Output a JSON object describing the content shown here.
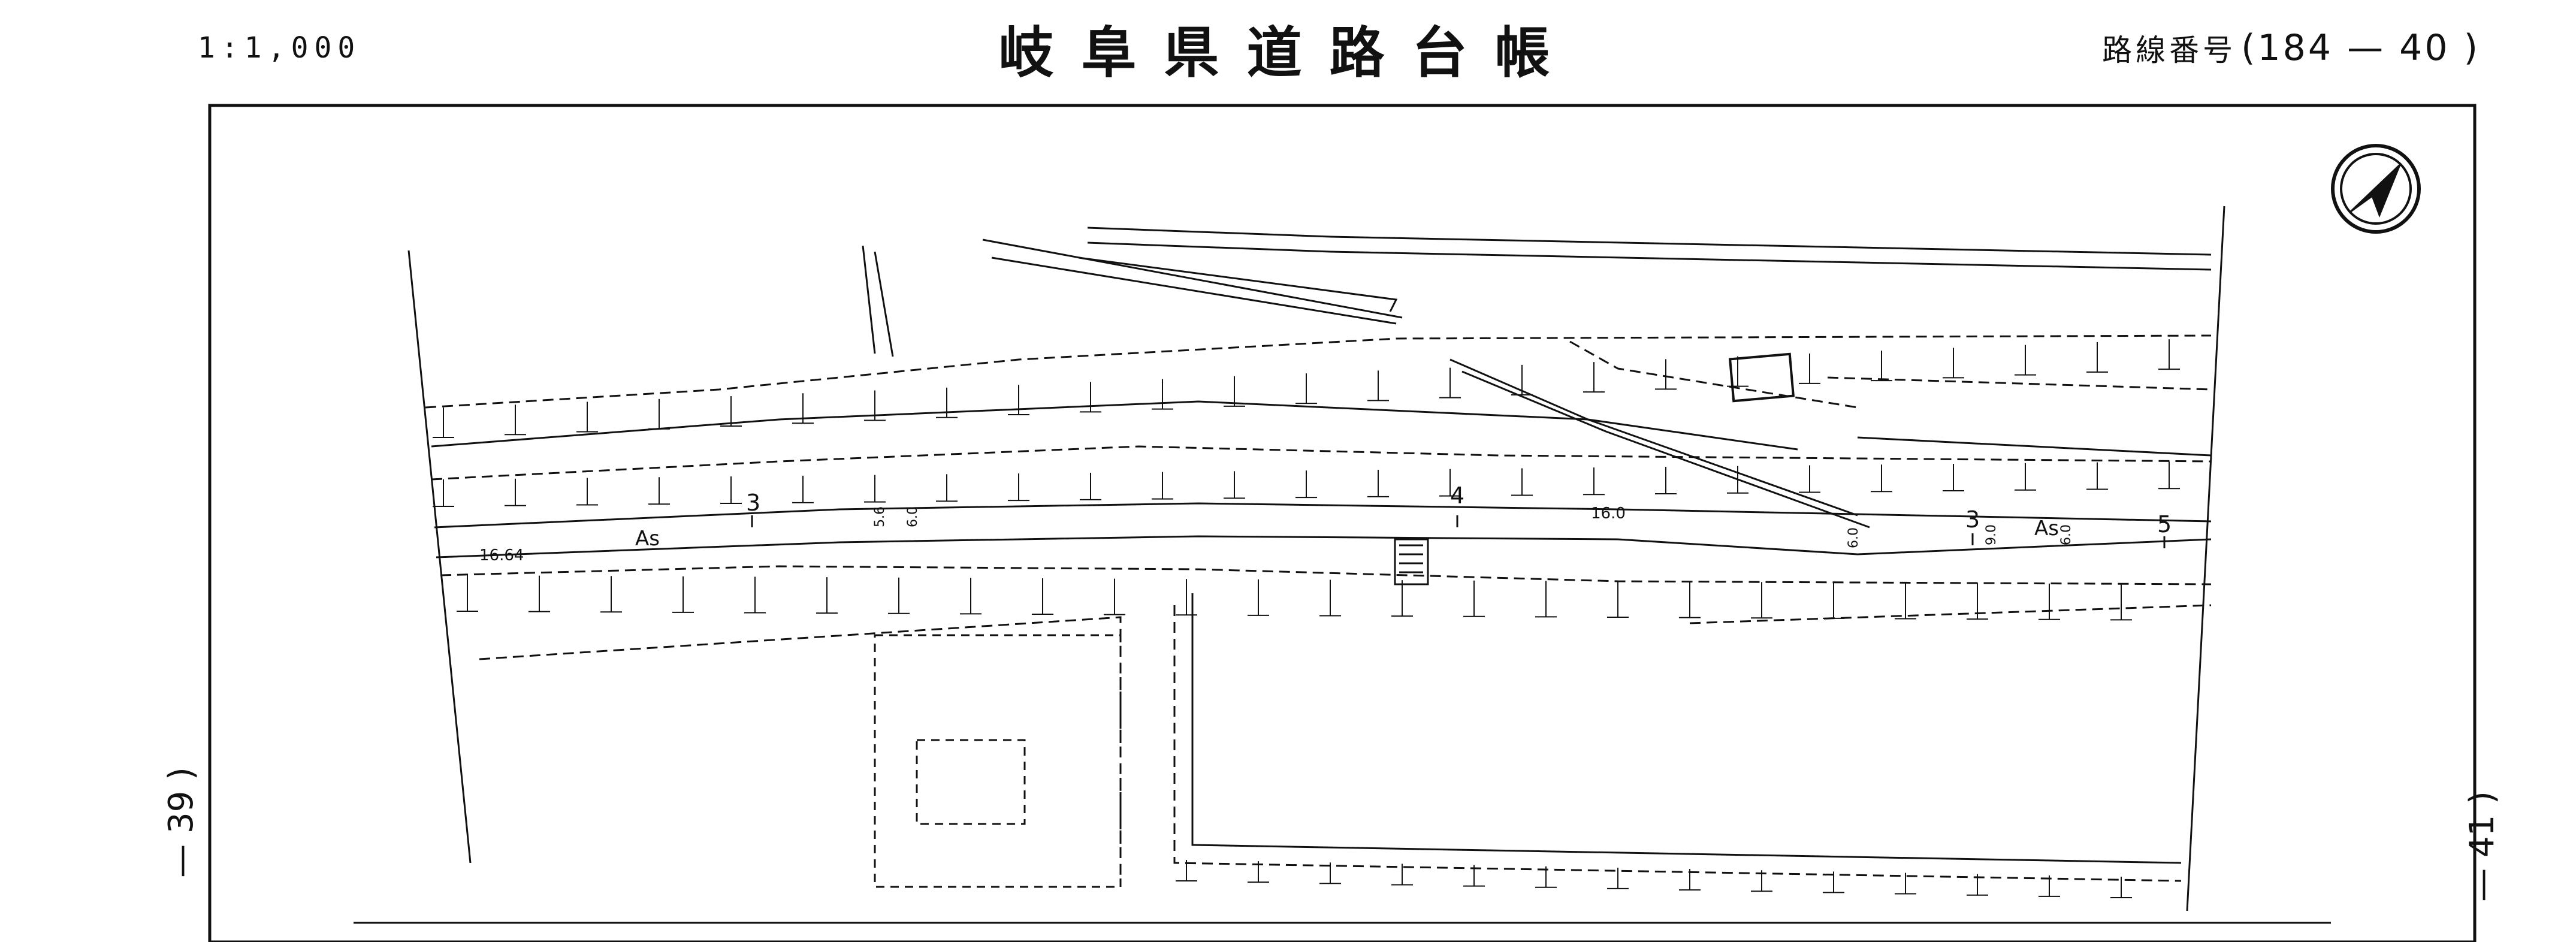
{
  "header": {
    "scale": "1:1,000",
    "title": "岐阜県道路台帳",
    "route_label": "路線番号",
    "route_number": "(184 — 40 )"
  },
  "adjacent_sheets": {
    "left": "— 39 )",
    "right": "— 41 )"
  },
  "map": {
    "stations": [
      "3",
      "4",
      "5"
    ],
    "surface_labels": [
      "As",
      "As"
    ],
    "widths": [
      "5.6",
      "6.0",
      "16.0",
      "6.0",
      "9.0",
      "6.0"
    ],
    "station_offset_3": "3",
    "elevation": "16.64",
    "north_arrow": "north-arrow-icon",
    "road_color": "#111111"
  }
}
